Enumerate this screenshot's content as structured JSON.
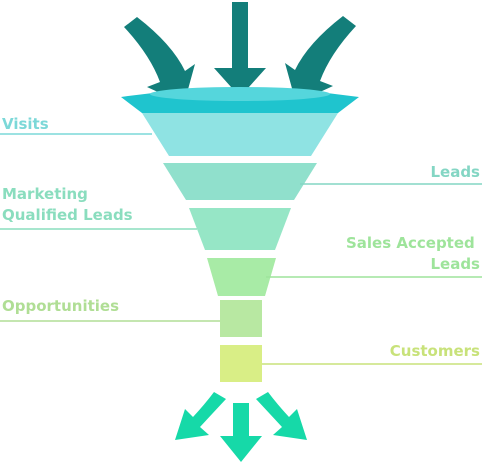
{
  "diagram": {
    "stages": [
      {
        "key": "visits",
        "label_lines": [
          "Visits"
        ],
        "color": "#8FE3E3"
      },
      {
        "key": "leads",
        "label_lines": [
          "Leads"
        ],
        "color": "#90E0CC"
      },
      {
        "key": "mql",
        "label_lines": [
          "Marketing",
          "Qualified Leads"
        ],
        "color": "#96E6C6"
      },
      {
        "key": "sal",
        "label_lines": [
          "Sales Accepted",
          "Leads"
        ],
        "color": "#A8EBA6"
      },
      {
        "key": "opportunities",
        "label_lines": [
          "Opportunities"
        ],
        "color": "#B8E8A2"
      },
      {
        "key": "customers",
        "label_lines": [
          "Customers"
        ],
        "color": "#D9EE86"
      }
    ],
    "colors": {
      "funnel_rim": "#1FC4CE",
      "funnel_rim_inner": "#55D6DC",
      "input_arrows": "#137E7A",
      "output_arrows": "#16D9A8",
      "visits_label": "#7CD8D8",
      "leads_label": "#84D6C4",
      "mql_label": "#8ADDBE",
      "sal_label": "#9EE49B",
      "opportunities_label": "#B0DE95",
      "customers_label": "#C8E27A"
    },
    "icons": {
      "input_arrow": "curved-arrow-down-icon",
      "output_arrow": "spreading-arrow-icon"
    }
  }
}
